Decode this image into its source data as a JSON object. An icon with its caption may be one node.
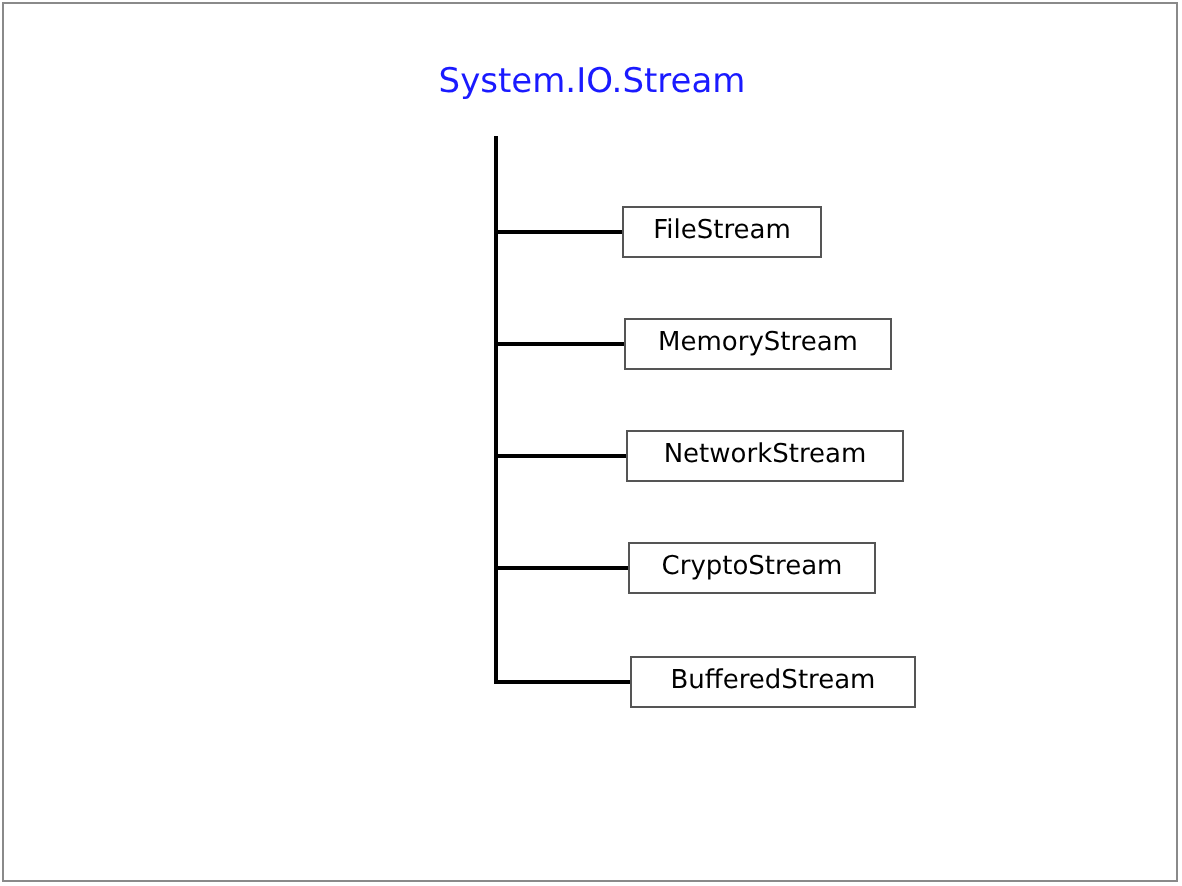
{
  "diagram": {
    "nodes": [
      {
        "text": [
          "System.IO.Stream"
        ]
      },
      {
        "text": [
          "FileStream"
        ]
      },
      {
        "text": [
          "MemoryStream"
        ]
      },
      {
        "text": [
          "NetworkStream"
        ]
      },
      {
        "text": [
          "CryptoStream"
        ]
      },
      {
        "text": [
          "BufferedStream"
        ]
      }
    ],
    "edges": [
      {
        "from": 0,
        "to": 1,
        "arrow": "none"
      },
      {
        "from": 0,
        "to": 2,
        "arrow": "none"
      },
      {
        "from": 0,
        "to": 3,
        "arrow": "none"
      },
      {
        "from": 0,
        "to": 4,
        "arrow": "none"
      },
      {
        "from": 0,
        "to": 5,
        "arrow": "none"
      }
    ]
  }
}
